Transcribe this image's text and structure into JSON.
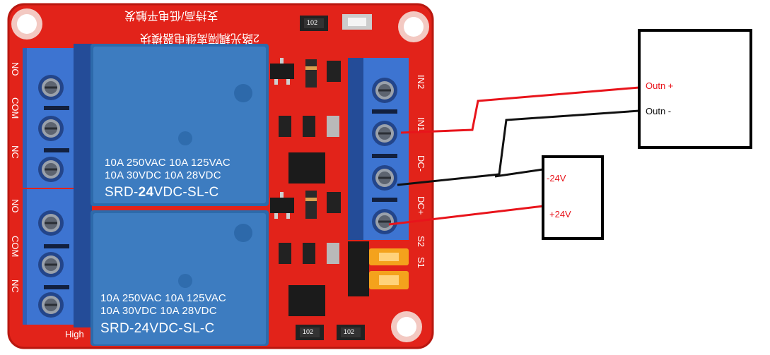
{
  "module": {
    "title_cn_line1": "2路光耦隔离继电器模块",
    "title_cn_line2": "支持高/低电平触发",
    "colors": {
      "pcb": "#e2231a",
      "relay": "#3b78b8",
      "terminal": "#3566c2",
      "wire_positive": "#e8141b",
      "wire_negative": "#111111"
    }
  },
  "relays": [
    {
      "rating_line1": "10A 250VAC  10A 125VAC",
      "rating_line2": "10A   30VDC  10A   28VDC",
      "model_prefix": "SRD-",
      "model_bold": "24",
      "model_suffix": "VDC-SL-C"
    },
    {
      "rating_line1": "10A 250VAC  10A 125VAC",
      "rating_line2": "10A   30VDC  10A   28VDC",
      "model": "SRD-24VDC-SL-C"
    }
  ],
  "silkscreen": {
    "left_terminals": [
      "NO",
      "COM",
      "NC",
      "NO",
      "COM",
      "NC"
    ],
    "right_terminals": [
      "IN2",
      "IN1",
      "DC-",
      "DC+"
    ],
    "jumper_labels": [
      "S2",
      "S1"
    ],
    "high": "High",
    "resistor_code": "102"
  },
  "output_box": {
    "positive_label": "Outn +",
    "negative_label": "Outn -"
  },
  "supply_box": {
    "negative_label": "-24V",
    "positive_label": "+24V"
  }
}
